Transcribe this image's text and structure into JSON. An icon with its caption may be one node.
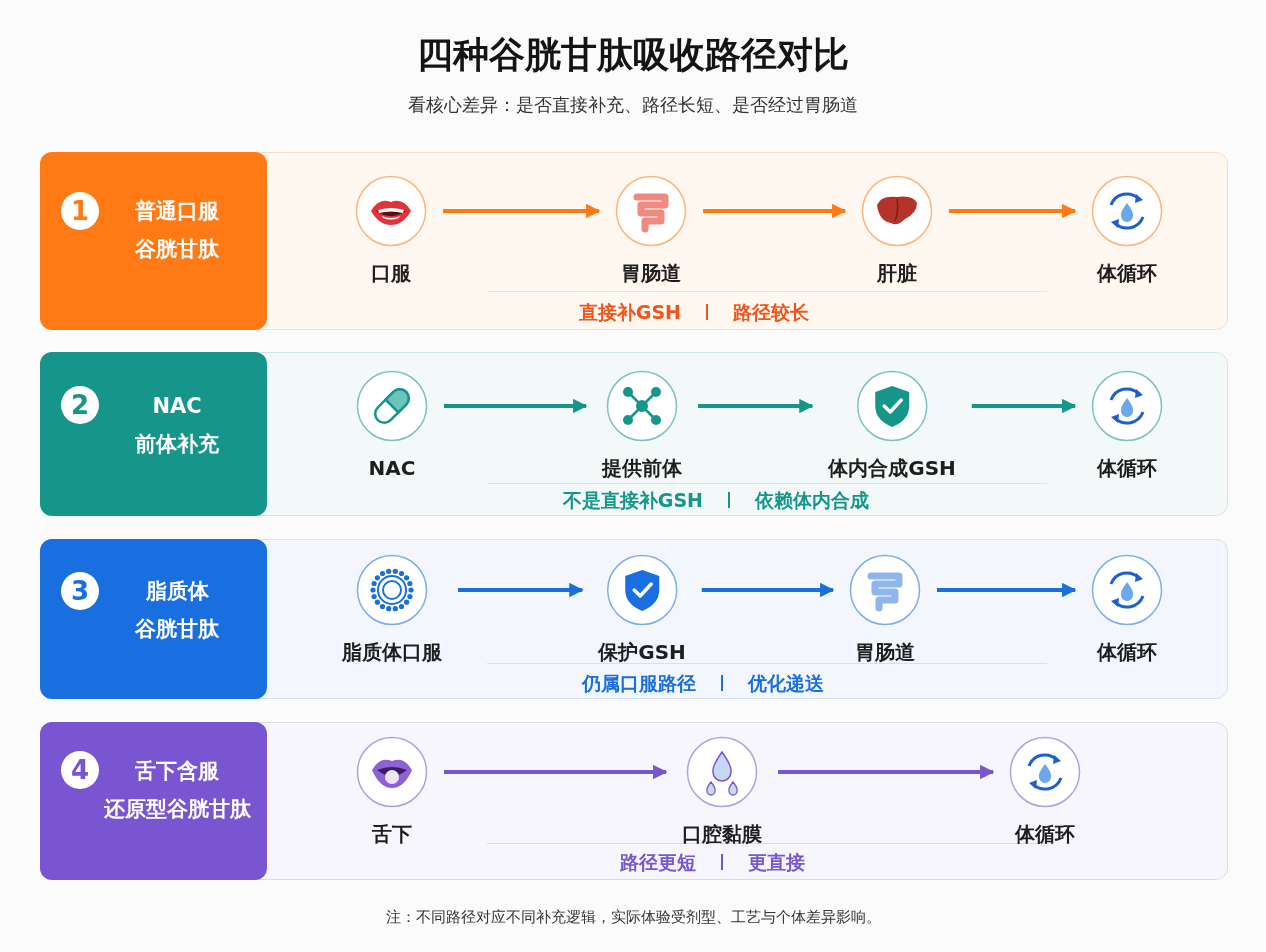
{
  "diagram": {
    "title": "四种谷胱甘肽吸收路径对比",
    "caption": "注：不同路径对应不同补充逻辑，实际体验受剂型、工艺与个体差异影响。",
    "nodes": [
      {
        "text": [
          "1",
          "普通口服谷胱甘肽"
        ]
      },
      {
        "text": [
          "口服"
        ]
      },
      {
        "text": [
          "胃肠道"
        ]
      },
      {
        "text": [
          "肝脏"
        ]
      },
      {
        "text": [
          "体循环"
        ]
      },
      {
        "text": [
          "2",
          "NAC 前体补充"
        ]
      },
      {
        "text": [
          "NAC"
        ]
      },
      {
        "text": [
          "提供前体"
        ]
      },
      {
        "text": [
          "体内合成GSH"
        ]
      },
      {
        "text": [
          "体循环"
        ]
      },
      {
        "text": [
          "3",
          "脂质体谷胱甘肽"
        ]
      },
      {
        "text": [
          "脂质体口服"
        ]
      },
      {
        "text": [
          "保护GSH"
        ]
      },
      {
        "text": [
          "胃肠道"
        ]
      },
      {
        "text": [
          "体循环"
        ]
      },
      {
        "text": [
          "4",
          "舌下含服还原型谷胱甘肽"
        ]
      },
      {
        "text": [
          "舌下"
        ]
      },
      {
        "text": [
          "口腔黏膜"
        ]
      },
      {
        "text": [
          "体循环"
        ]
      }
    ],
    "edges": [
      {
        "from": 1,
        "to": 2,
        "arrow": "to",
        "color": "#ff7a14"
      },
      {
        "from": 2,
        "to": 3,
        "arrow": "to",
        "color": "#ff7a14"
      },
      {
        "from": 3,
        "to": 4,
        "arrow": "to",
        "color": "#ff7a14"
      },
      {
        "from": 6,
        "to": 7,
        "arrow": "to",
        "color": "#16968a"
      },
      {
        "from": 7,
        "to": 8,
        "arrow": "to",
        "color": "#16968a"
      },
      {
        "from": 8,
        "to": 9,
        "arrow": "to",
        "color": "#16968a"
      },
      {
        "from": 11,
        "to": 12,
        "arrow": "to",
        "color": "#1a6fe0"
      },
      {
        "from": 12,
        "to": 13,
        "arrow": "to",
        "color": "#1a6fe0"
      },
      {
        "from": 13,
        "to": 14,
        "arrow": "to",
        "color": "#1a6fe0"
      },
      {
        "from": 16,
        "to": 17,
        "arrow": "to",
        "color": "#7a55d2"
      },
      {
        "from": 17,
        "to": 18,
        "arrow": "to",
        "color": "#7a55d2"
      }
    ],
    "labels": [
      "看核心差异：是否直接补充、路径长短、是否经过胃肠道",
      "直接补GSH",
      "路径较长",
      "不是直接补GSH",
      "依赖体内合成",
      "仍属口服路径",
      "优化递送",
      "路径更短",
      "更直接"
    ]
  }
}
